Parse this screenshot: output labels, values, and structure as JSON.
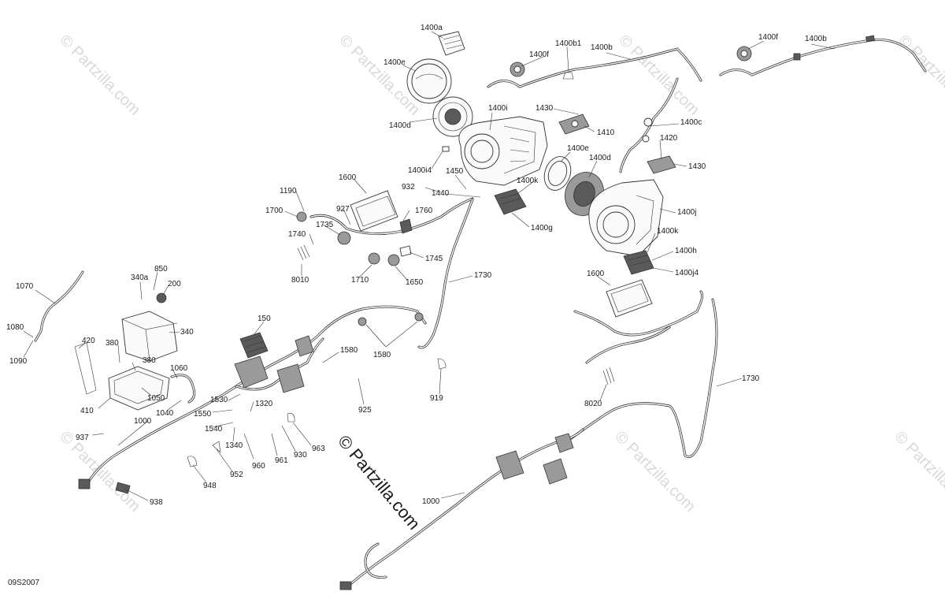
{
  "diagram_code": "09S2007",
  "watermark": "© Partzilla.com",
  "labels": {
    "l1400a": "1400a",
    "l1400e_top": "1400e",
    "l1400f_mid": "1400f",
    "l1400b1": "1400b1",
    "l1400b_mid": "1400b",
    "l1400f_right": "1400f",
    "l1400b_right": "1400b",
    "l1400d_top": "1400d",
    "l1400i": "1400i",
    "l1430_top": "1430",
    "l1410": "1410",
    "l1400c": "1400c",
    "l1400i4": "1400i4",
    "l1400e_mid": "1400e",
    "l1400d_mid": "1400d",
    "l1420": "1420",
    "l1430_right": "1430",
    "l1600_top": "1600",
    "l932": "932",
    "l1450": "1450",
    "l1440": "1440",
    "l1400k_top": "1400k",
    "l1190": "1190",
    "l1760": "1760",
    "l1700": "1700",
    "l927": "927",
    "l1735": "1735",
    "l1400g": "1400g",
    "l1400j": "1400j",
    "l1740": "1740",
    "l1400k_right": "1400k",
    "l1745": "1745",
    "l1400h": "1400h",
    "l8010": "8010",
    "l1710": "1710",
    "l1650": "1650",
    "l1730_top": "1730",
    "l1400j4": "1400j4",
    "l1070": "1070",
    "l340a": "340a",
    "l850": "850",
    "l200": "200",
    "l1600_right": "1600",
    "l340": "340",
    "l150": "150",
    "l1080": "1080",
    "l420": "420",
    "l1090": "1090",
    "l380_a": "380",
    "l1580_a": "1580",
    "l1580_b": "1580",
    "l1060": "1060",
    "l380_b": "380",
    "l1730_right": "1730",
    "l1050": "1050",
    "l919": "919",
    "l410": "410",
    "l1040": "1040",
    "l1530": "1530",
    "l1320": "1320",
    "l925": "925",
    "l8020": "8020",
    "l1550": "1550",
    "l1000_left": "1000",
    "l1540": "1540",
    "l937": "937",
    "l963": "963",
    "l1340": "1340",
    "l930": "930",
    "l960": "960",
    "l961": "961",
    "l952": "952",
    "l948": "948",
    "l938": "938",
    "l1000_bottom": "1000"
  }
}
